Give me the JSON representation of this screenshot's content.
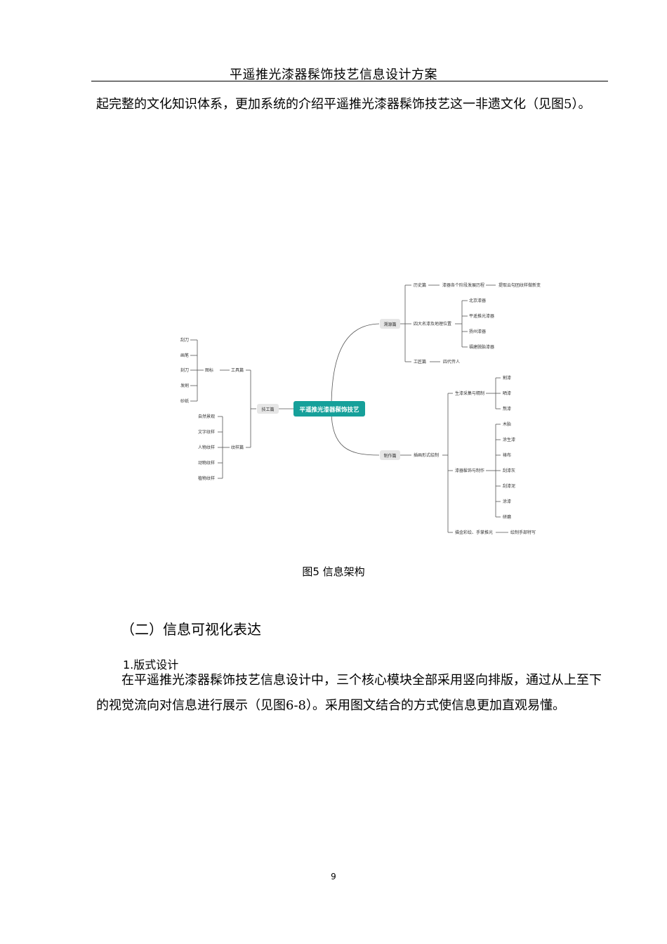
{
  "header": {
    "title": "平遥推光漆器髹饰技艺信息设计方案"
  },
  "intro": {
    "text": "起完整的文化知识体系，更加系统的介绍平遥推光漆器髹饰技艺这一非遗文化（见图5）。"
  },
  "figure": {
    "caption": "图5 信息架构",
    "root": "平遥推光漆器髹饰技艺",
    "branch_top": "溯源篇",
    "branch_left": "技工篇",
    "branch_bottom": "制作篇",
    "top": {
      "history": "历史篇",
      "history_a": "漆器各个阶段发展历程",
      "history_b": "提取云勾团纹样做新变",
      "places": "四大名漆及地理位置",
      "place_items": [
        "北京漆器",
        "平遥推光漆器",
        "扬州漆器",
        "福建脱胎漆器"
      ],
      "craftsman": "工匠篇",
      "craftsman_a": "四代传人"
    },
    "left": {
      "tools": "工具篇",
      "tools_sub": "图标",
      "tool_items": [
        "刮刀",
        "画笔",
        "刻刀",
        "发刷",
        "砂纸"
      ],
      "patterns": "纹样篇",
      "pattern_items": [
        "自然景观",
        "文字纹样",
        "人物纹样",
        "动物纹样",
        "植物纹样"
      ]
    },
    "bottom": {
      "sub": "插画形式绘制",
      "collect": "生漆采集与精制",
      "collect_items": [
        "割漆",
        "晒漆",
        "熬漆"
      ],
      "make": "漆器髹饰与制作",
      "make_items": [
        "木胎",
        "涂生漆",
        "裱布",
        "刮漆灰",
        "刮漆泥",
        "涂漆",
        "研磨"
      ],
      "paint": "描金彩绘、手掌推光",
      "paint_a": "绘制手部特写"
    }
  },
  "section": {
    "heading": "（二）信息可视化表达",
    "subheading": "1.版式设计",
    "text": "在平遥推光漆器髹饰技艺信息设计中，三个核心模块全部采用竖向排版，通过从上至下的视觉流向对信息进行展示（见图6-8）。采用图文结合的方式使信息更加直观易懂。"
  },
  "page_number": "9"
}
